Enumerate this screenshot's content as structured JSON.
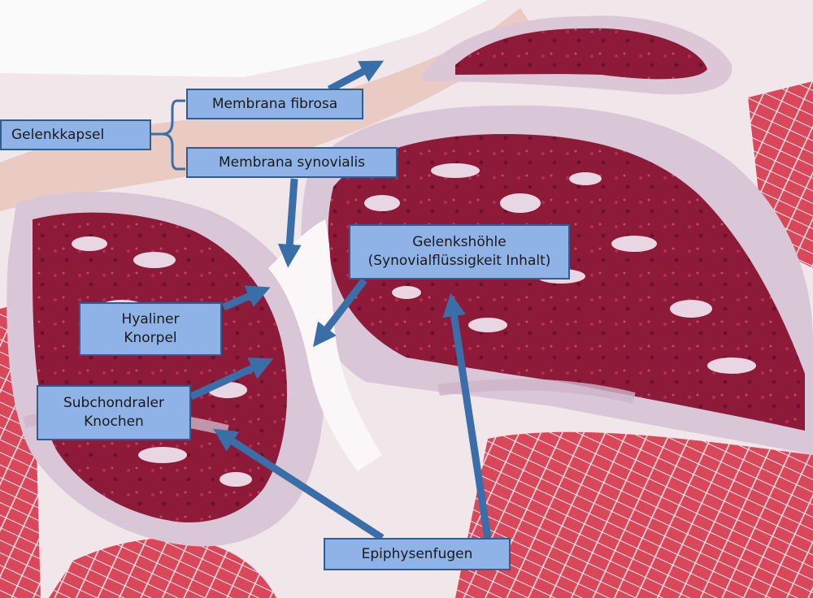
{
  "labels": {
    "gelenkkapsel": "Gelenkkapsel",
    "membrana_fibrosa": "Membrana fibrosa",
    "membrana_synovialis": "Membrana synovialis",
    "gelenkshoehle_line1": "Gelenkshöhle",
    "gelenkshoehle_line2": "(Synovialflüssigkeit Inhalt)",
    "hyaliner_line1": "Hyaliner",
    "hyaliner_line2": "Knorpel",
    "subchondraler_line1": "Subchondraler",
    "subchondraler_line2": "Knochen",
    "epiphysenfugen": "Epiphysenfugen"
  },
  "colors": {
    "label_fill": "#8fb3e6",
    "label_border": "#2f5d8f",
    "arrow": "#3a6ea8",
    "bone_marrow": "#8e1a3a",
    "cartilage": "#d9c6d6",
    "muscle": "#d9485a",
    "capsule": "#e9c8c0"
  }
}
